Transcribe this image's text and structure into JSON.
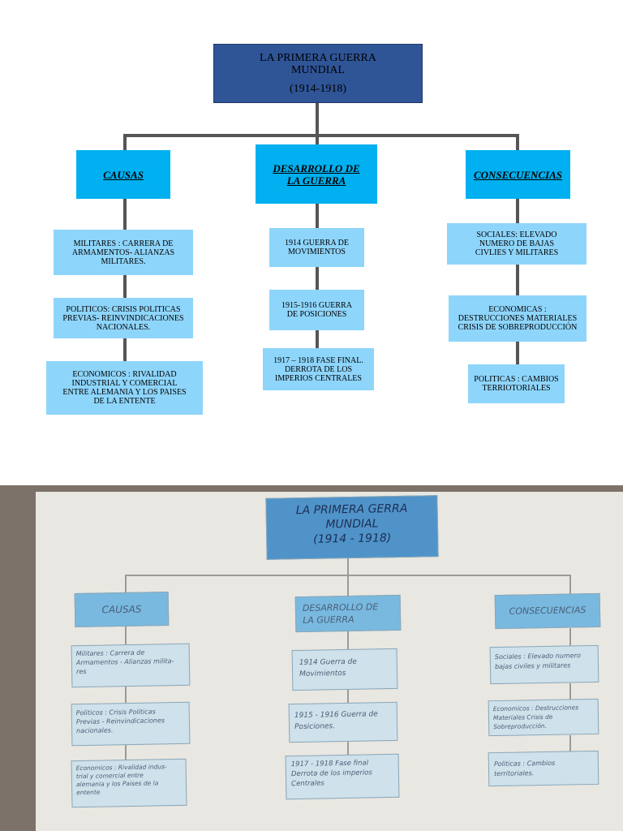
{
  "diagram": {
    "title": {
      "line1": "LA PRIMERA GUERRA",
      "line2": "MUNDIAL",
      "line3": "(1914-1918)"
    },
    "branches": [
      {
        "header": "CAUSAS",
        "items": [
          [
            "MILITARES : CARRERA DE",
            "ARMAMENTOS- ALIANZAS",
            "MILITARES."
          ],
          [
            "POLITICOS: CRISIS POLITICAS",
            "PREVIAS- REINVINDICACIONES",
            "NACIONALES."
          ],
          [
            "ECONOMICOS : RIVALIDAD",
            "INDUSTRIAL Y COMERCIAL",
            "ENTRE ALEMANIA Y LOS PAISES",
            "DE LA ENTENTE"
          ]
        ]
      },
      {
        "header_lines": [
          "DESARROLLO DE",
          "LA GUERRA"
        ],
        "items": [
          [
            "1914 GUERRA DE",
            "MOVIMIENTOS"
          ],
          [
            "1915-1916 GUERRA",
            "DE POSICIONES"
          ],
          [
            "1917 – 1918 FASE FINAL.",
            "DERROTA DE LOS",
            "IMPERIOS CENTRALES"
          ]
        ]
      },
      {
        "header": "CONSECUENCIAS",
        "items": [
          [
            "SOCIALES: ELEVADO",
            "NUMERO DE BAJAS",
            "CIVLIES Y MILITARES"
          ],
          [
            "ECONOMICAS :",
            "DESTRUCCIONES MATERIALES",
            "CRISIS DE SOBREPRODUCCIÓN"
          ],
          [
            "POLITICAS : CAMBIOS",
            "TERRIOTORIALES"
          ]
        ]
      }
    ]
  },
  "photo": {
    "title": {
      "line1": "LA PRIMERA GERRA",
      "line2": "MUNDIAL",
      "line3": "(1914 - 1918)"
    },
    "branches": [
      {
        "header": "CAUSAS",
        "items": [
          [
            "Militares : Carrera de",
            "Armamentos - Alianzas milita-",
            "res"
          ],
          [
            "Politicos : Crisis Politicas",
            "Previas - Reinvindicaciones",
            "nacionales."
          ],
          [
            "Economicos : Rivalidad indus-",
            "trial y comercial entre",
            "alemania y los Paises de la",
            "entente"
          ]
        ]
      },
      {
        "header_lines": [
          "DESARROLLO DE",
          "LA GUERRA"
        ],
        "items": [
          [
            "1914 Guerra de",
            "Movimientos"
          ],
          [
            "1915 - 1916 Guerra de",
            "Posiciones."
          ],
          [
            "1917 - 1918 Fase final",
            "Derrota de los imperios",
            "Centrales"
          ]
        ]
      },
      {
        "header": "CONSECUENCIAS",
        "items": [
          [
            "Sociales : Elevado numero",
            "bajas civiles y militares"
          ],
          [
            "Economicos : Destrucciones",
            "Materiales Crisis de",
            "Sobreproducción."
          ],
          [
            "Politicas : Cambios",
            "territoriales."
          ]
        ]
      }
    ]
  }
}
